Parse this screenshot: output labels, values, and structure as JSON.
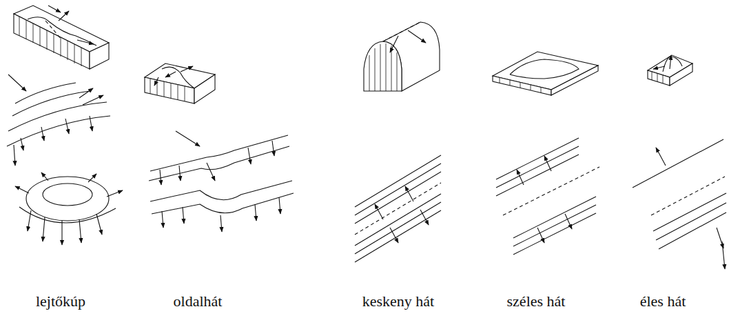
{
  "diagram": {
    "labels": [
      "lejtőkúp",
      "oldalhát",
      "keskeny hát",
      "széles hát",
      "éles hát"
    ]
  }
}
